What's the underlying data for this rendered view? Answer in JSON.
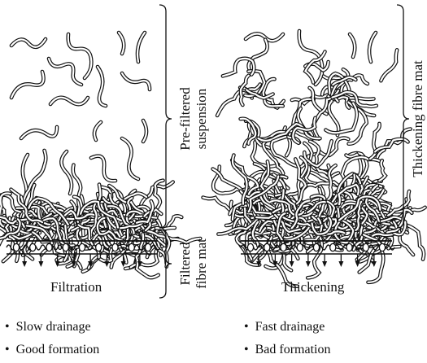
{
  "left_panel": {
    "caption": "Filtration",
    "bracket_labels": [
      [
        "Pre-filtered",
        "suspension"
      ],
      [
        "Filtered",
        "fibre mat"
      ]
    ],
    "bullets": [
      "Slow drainage",
      "Good formation"
    ]
  },
  "right_panel": {
    "caption": "Thickening",
    "bracket_label": "Thickening fibre mat",
    "bullets": [
      "Fast drainage",
      "Bad formation"
    ]
  },
  "colors": {
    "ink": "#111111",
    "fibre_fill": "#ffffff"
  }
}
